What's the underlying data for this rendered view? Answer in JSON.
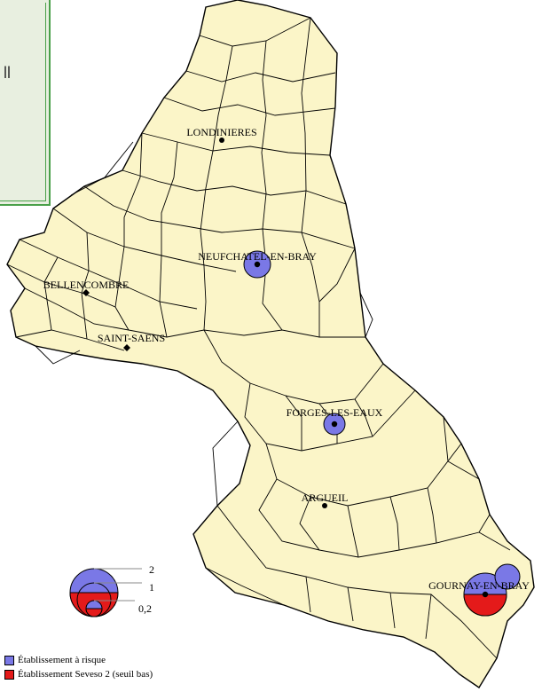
{
  "info_box": {
    "glyph": "ll"
  },
  "towns": [
    {
      "name": "LONDINIERES"
    },
    {
      "name": "NEUFCHATEL-EN-BRAY"
    },
    {
      "name": "BELLENCOMBRE"
    },
    {
      "name": "SAINT-SAENS"
    },
    {
      "name": "FORGES-LES-EAUX"
    },
    {
      "name": "ARGUEIL"
    },
    {
      "name": "GOURNAY-EN-BRAY"
    }
  ],
  "size_legend": {
    "labels": [
      "2",
      "1",
      "0,2"
    ]
  },
  "legend": [
    {
      "label": "Établissement à risque",
      "color": "#7a78e6"
    },
    {
      "label": "Établissement Seveso 2 (seuil bas)",
      "color": "#e41a1a"
    }
  ],
  "colors": {
    "land": "#fbf5c8",
    "border": "#000000",
    "box_border": "#4aa04a"
  }
}
